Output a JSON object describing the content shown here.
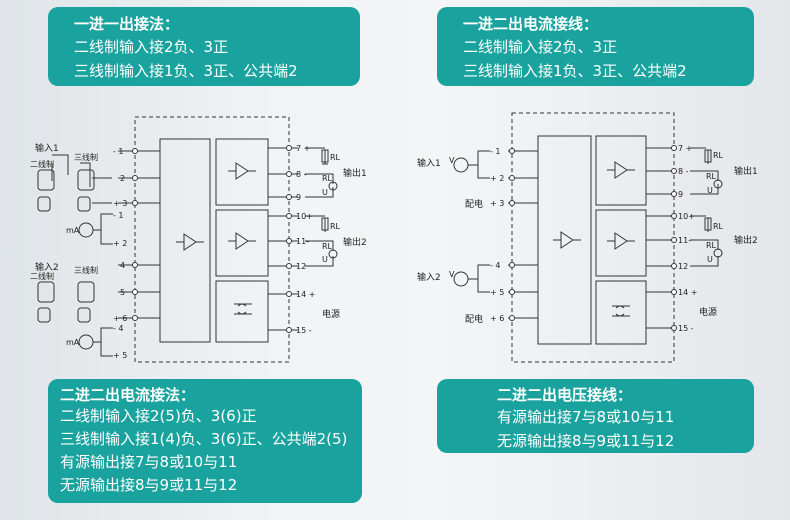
{
  "box1": {
    "title": "一进一出接法：",
    "lines": [
      "二线制输入接2负、3正",
      "三线制输入接1负、3正、公共端2"
    ]
  },
  "box2": {
    "title": "一进二出电流接线：",
    "lines": [
      "二线制输入接2负、3正",
      "三线制输入接1负、3正、公共端2"
    ]
  },
  "box3": {
    "title": "二进二出电流接法：",
    "lines": [
      "二线制输入接2(5)负、3(6)正",
      "三线制输入接1(4)负、3(6)正、公共端2(5)",
      "有源输出接7与8或10与11",
      "无源输出接8与9或11与12"
    ]
  },
  "box4": {
    "title": "二进二出电压接线：",
    "lines": [
      "有源输出接7与8或10与11",
      "无源输出接8与9或11与12"
    ]
  },
  "left_diagram": {
    "input1_label": "输入1",
    "input2_label": "输入2",
    "two_wire": "二线制",
    "three_wire": "三线制",
    "ma": "mA",
    "in_terms": [
      "- 1",
      "2",
      "+ 3",
      "- 1",
      "+ 2",
      "4",
      "5",
      "+ 6",
      "- 4",
      "+ 5"
    ],
    "out_terms": [
      "7 +",
      "8 -",
      "9",
      "10+",
      "11-",
      "12",
      "14 +",
      "15 -"
    ],
    "out1": "输出1",
    "out2": "输出2",
    "power": "电源"
  },
  "right_diagram": {
    "input1_label": "输入1",
    "input2_label": "输入2",
    "v": "V",
    "supply": "配电",
    "in_terms": [
      "- 1",
      "+ 2",
      "+ 3",
      "- 4",
      "+ 5",
      "+ 6"
    ],
    "out_terms": [
      "7 +",
      "8 -",
      "9",
      "10+",
      "11-",
      "12",
      "14 +",
      "15 -"
    ],
    "out1": "输出1",
    "out2": "输出2",
    "power": "电源"
  },
  "load": {
    "rl": "RL",
    "u": "U",
    "plus": "+",
    "minus": "-"
  }
}
